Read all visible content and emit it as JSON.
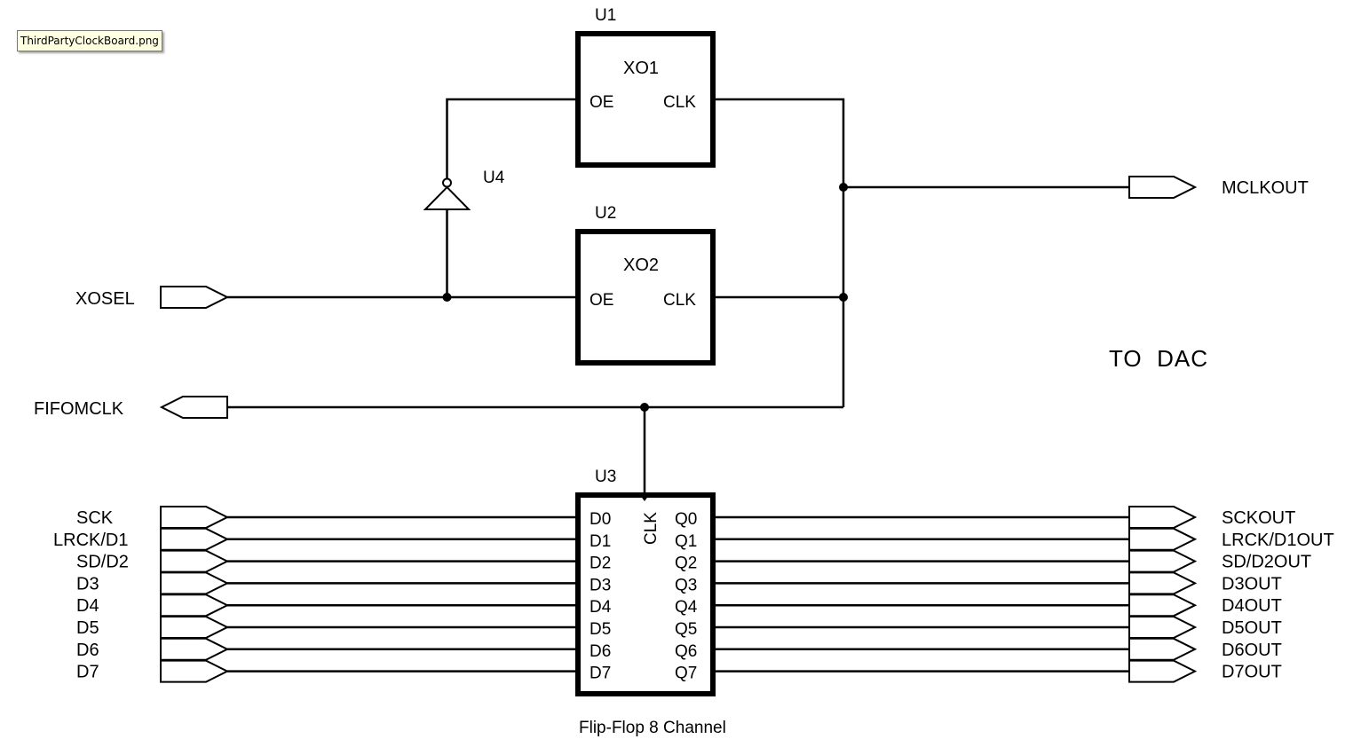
{
  "tooltip": "ThirdPartyClockBoard.png",
  "components": {
    "u1": {
      "ref": "U1",
      "name": "XO1",
      "pin_left": "OE",
      "pin_right": "CLK"
    },
    "u2": {
      "ref": "U2",
      "name": "XO2",
      "pin_left": "OE",
      "pin_right": "CLK"
    },
    "u3": {
      "ref": "U3",
      "clk_pin": "CLK",
      "caption": "Flip-Flop 8 Channel",
      "d_pins": [
        "D0",
        "D1",
        "D2",
        "D3",
        "D4",
        "D5",
        "D6",
        "D7"
      ],
      "q_pins": [
        "Q0",
        "Q1",
        "Q2",
        "Q3",
        "Q4",
        "Q5",
        "Q6",
        "Q7"
      ]
    },
    "u4": {
      "ref": "U4"
    }
  },
  "ports": {
    "xosel": "XOSEL",
    "fifomclk": "FIFOMCLK",
    "mclkout": "MCLKOUT",
    "inputs": [
      "SCK",
      "LRCK/D1",
      "SD/D2",
      "D3",
      "D4",
      "D5",
      "D6",
      "D7"
    ],
    "outputs": [
      "SCKOUT",
      "LRCK/D1OUT",
      "SD/D2OUT",
      "D3OUT",
      "D4OUT",
      "D5OUT",
      "D6OUT",
      "D7OUT"
    ]
  },
  "note": "TO  DAC"
}
